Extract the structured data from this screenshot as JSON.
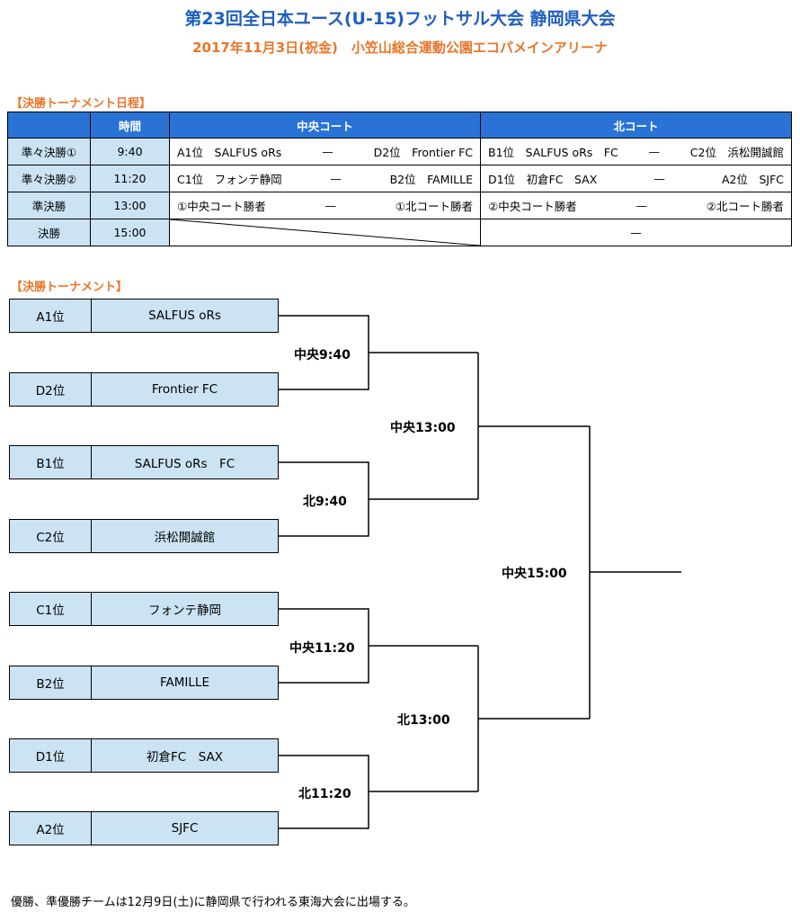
{
  "header": {
    "title": "第23回全日本ユース(U-15)フットサル大会 静岡県大会",
    "subtitle": "2017年11月3日(祝金)　小笠山総合運動公園エコパメインアリーナ"
  },
  "schedule": {
    "section_title": "【決勝トーナメント日程】",
    "col_time": "時間",
    "col_center": "中央コート",
    "col_north": "北コート",
    "rows": [
      {
        "round": "準々決勝①",
        "time": "9:40",
        "c_left": "A1位　SALFUS oRs",
        "c_dash": "—",
        "c_right": "D2位　Frontier FC",
        "n_left": "B1位　SALFUS oRs　FC",
        "n_dash": "—",
        "n_right": "C2位　浜松開誠館"
      },
      {
        "round": "準々決勝②",
        "time": "11:20",
        "c_left": "C1位　フォンテ静岡",
        "c_dash": "—",
        "c_right": "B2位　FAMILLE",
        "n_left": "D1位　初倉FC　SAX",
        "n_dash": "—",
        "n_right": "A2位　SJFC"
      },
      {
        "round": "準決勝",
        "time": "13:00",
        "c_left": "①中央コート勝者",
        "c_dash": "—",
        "c_right": "①北コート勝者",
        "n_left": "②中央コート勝者",
        "n_dash": "—",
        "n_right": "②北コート勝者"
      },
      {
        "round": "決勝",
        "time": "15:00",
        "n_dash": "—"
      }
    ]
  },
  "bracket": {
    "section_title": "【決勝トーナメント】",
    "teams": [
      {
        "seed": "A1位",
        "name": "SALFUS oRs"
      },
      {
        "seed": "D2位",
        "name": "Frontier FC"
      },
      {
        "seed": "B1位",
        "name": "SALFUS oRs　FC"
      },
      {
        "seed": "C2位",
        "name": "浜松開誠館"
      },
      {
        "seed": "C1位",
        "name": "フォンテ静岡"
      },
      {
        "seed": "B2位",
        "name": "FAMILLE"
      },
      {
        "seed": "D1位",
        "name": "初倉FC　SAX"
      },
      {
        "seed": "A2位",
        "name": "SJFC"
      }
    ],
    "qf_labels": [
      "中央9:40",
      "北9:40",
      "中央11:20",
      "北11:20"
    ],
    "sf_labels": [
      "中央13:00",
      "北13:00"
    ],
    "final_label": "中央15:00"
  },
  "footer": {
    "note": "優勝、準優勝チームは12月9日(土)に静岡県で行われる東海大会に出場する。"
  }
}
